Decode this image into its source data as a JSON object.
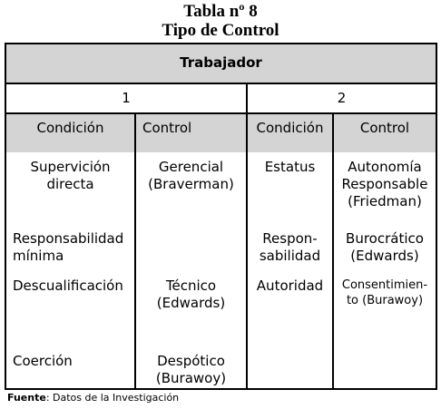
{
  "title": "Tabla nº 8",
  "subtitle": "Tipo de Control",
  "header": {
    "group": "Trabajador",
    "col1_group": "1",
    "col2_group": "2",
    "c1": "Condición",
    "c2": "Control",
    "c3": "Condición",
    "c4": "Control"
  },
  "rows": [
    {
      "c1": "Supervición\ndirecta",
      "c2": "Gerencial\n(Braverman)",
      "c3": "Estatus",
      "c4": "Autonomía\nResponsable\n(Friedman)"
    },
    {
      "c1": "Responsabilidad\nmínima",
      "c2": "",
      "c3": "Respon-\nsabilidad",
      "c4": "Burocrático\n(Edwards)"
    },
    {
      "c1": "Descualificación",
      "c2": "Técnico\n(Edwards)",
      "c3": "Autoridad",
      "c4": "Consentimien-\nto (Burawoy)"
    },
    {
      "c1": "Coerción",
      "c2": "Despótico\n(Burawoy)",
      "c3": "",
      "c4": ""
    }
  ],
  "source": {
    "label": "Fuente",
    "text": ": Datos de la Investigación"
  }
}
